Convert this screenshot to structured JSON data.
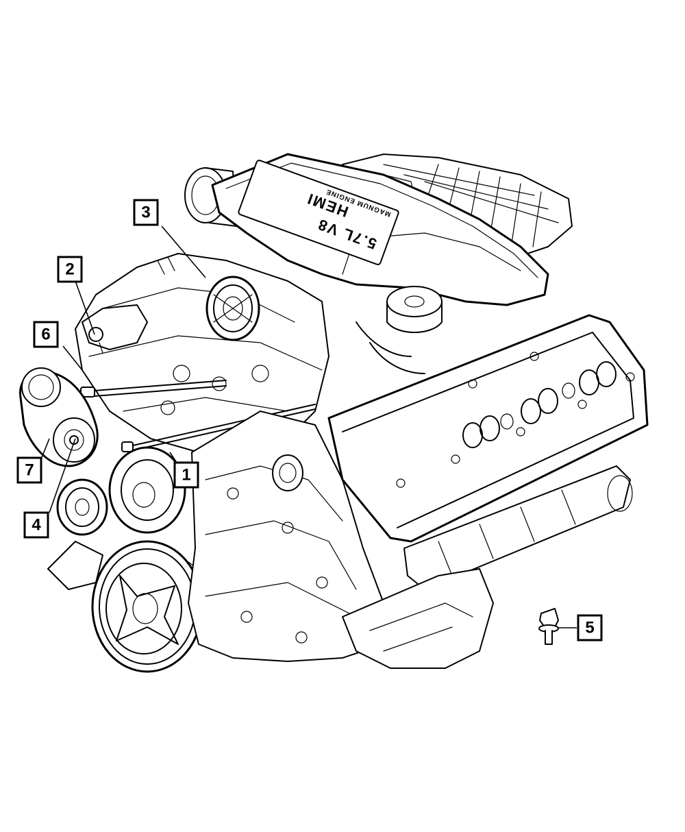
{
  "diagram": {
    "cover_text_primary": "5.7L V8",
    "cover_text_hemi": "HEMI",
    "cover_text_small": "MAGNUM ENGINE"
  },
  "callouts": [
    {
      "id": "1",
      "label": "1",
      "part": "engine-block"
    },
    {
      "id": "2",
      "label": "2",
      "part": "belt-tensioner-bracket"
    },
    {
      "id": "3",
      "label": "3",
      "part": "idler-pulley"
    },
    {
      "id": "4",
      "label": "4",
      "part": "lower-idler-pulley"
    },
    {
      "id": "5",
      "label": "5",
      "part": "bolt"
    },
    {
      "id": "6",
      "label": "6",
      "part": "tensioner-bolt"
    },
    {
      "id": "7",
      "label": "7",
      "part": "belt-tensioner"
    }
  ]
}
